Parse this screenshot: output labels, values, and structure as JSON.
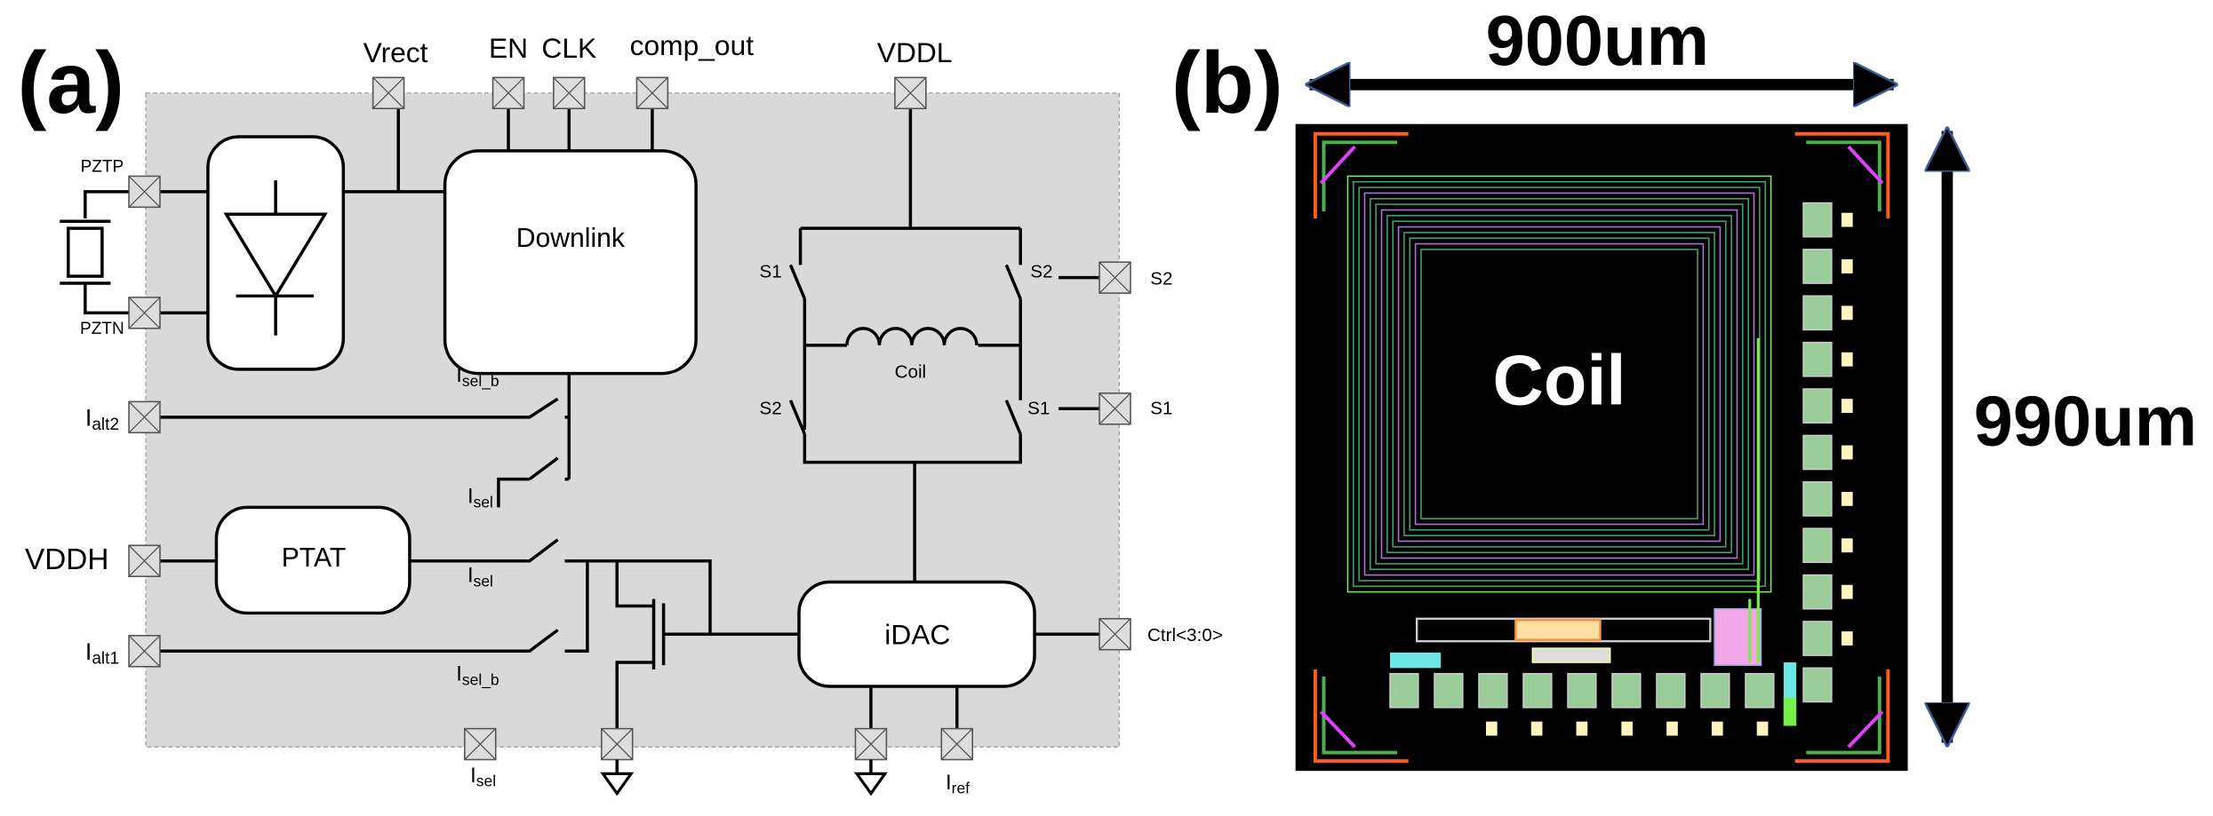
{
  "panel_a": {
    "label": "(a)",
    "pins": {
      "vrect": "Vrect",
      "en": "EN",
      "clk": "CLK",
      "comp_out": "comp_out",
      "vddl": "VDDL",
      "pztp": "PZTP",
      "pztn": "PZTN",
      "vddh": "VDDH",
      "ialt2_main": "I",
      "ialt2_sub": "alt2",
      "ialt1_main": "I",
      "ialt1_sub": "alt1",
      "isel_main": "I",
      "isel_sub": "sel",
      "iref_main": "I",
      "iref_sub": "ref",
      "s1": "S1",
      "s2": "S2",
      "ctrl": "Ctrl<3:0>"
    },
    "blocks": {
      "downlink": "Downlink",
      "ptat": "PTAT",
      "idac": "iDAC",
      "coil": "Coil"
    },
    "switches": {
      "s1": "S1",
      "s2": "S2",
      "isel_main": "I",
      "isel_sub": "sel",
      "isel_b_main": "I",
      "isel_b_sub": "sel_b"
    }
  },
  "panel_b": {
    "label": "(b)",
    "width_dim": "900um",
    "height_dim": "990um",
    "coil_label": "Coil",
    "colors": {
      "die": "#000000",
      "coil": "#4caf50",
      "pad": "#c8e6a0",
      "corner": "#ff5a1f",
      "arrow": "#000000"
    }
  }
}
